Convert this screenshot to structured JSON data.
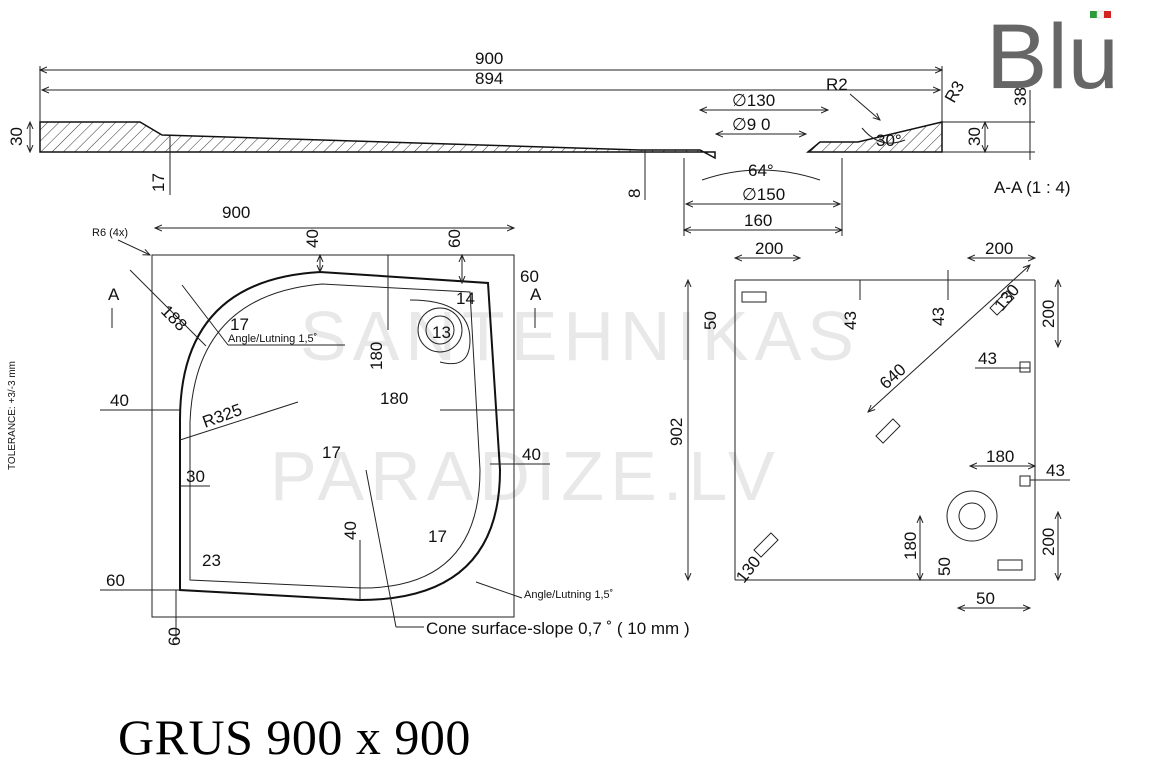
{
  "brand": {
    "name": "Blu",
    "flag_colors": [
      "#2a9d3a",
      "#ffffff",
      "#d22222"
    ]
  },
  "title": "GRUS 900 x 900",
  "tolerance": "TOLERANCE: +3/-3 mm",
  "watermark": [
    "SANTEHNIKAS",
    "PARADIZE.LV"
  ],
  "section": {
    "label": "A-A (1 : 4)",
    "dims": {
      "d900": "900",
      "d894": "894",
      "d30_left": "30",
      "d17": "17",
      "d8": "8",
      "d130": "∅130",
      "d90": "∅9 0",
      "d64": "64°",
      "d150": "∅150",
      "d160": "160",
      "r2": "R2",
      "r3": "R3",
      "a30": "30°",
      "d38": "38",
      "d30_right": "30"
    }
  },
  "plan": {
    "dims": {
      "r6": "R6 (4x)",
      "w900": "900",
      "t40": "40",
      "t60": "60",
      "r60": "60",
      "a_left": "A",
      "a_right": "A",
      "d188": "188",
      "d17a": "17",
      "angle1": "Angle/Lutning 1,5˚",
      "d180v": "180",
      "d13": "13",
      "d14": "14",
      "l40": "40",
      "r325": "R325",
      "d180h": "180",
      "d17b": "17",
      "r40": "40",
      "d30": "30",
      "m40": "40",
      "d17c": "17",
      "d23": "23",
      "l60": "60",
      "b60": "60",
      "angle2": "Angle/Lutning 1,5˚",
      "cone": "Cone surface-slope  0,7  ˚  ( 10 mm )"
    }
  },
  "bottom_view": {
    "dims": {
      "d200a": "200",
      "d200b": "200",
      "d50": "50",
      "d43a": "43",
      "d43b": "43",
      "d130a": "130",
      "d200c": "200",
      "d43c": "43",
      "d640": "640",
      "d902": "902",
      "d180": "180",
      "d43d": "43",
      "d180v": "180",
      "d50b": "50",
      "d200d": "200",
      "d130b": "130",
      "d50c": "50"
    }
  }
}
